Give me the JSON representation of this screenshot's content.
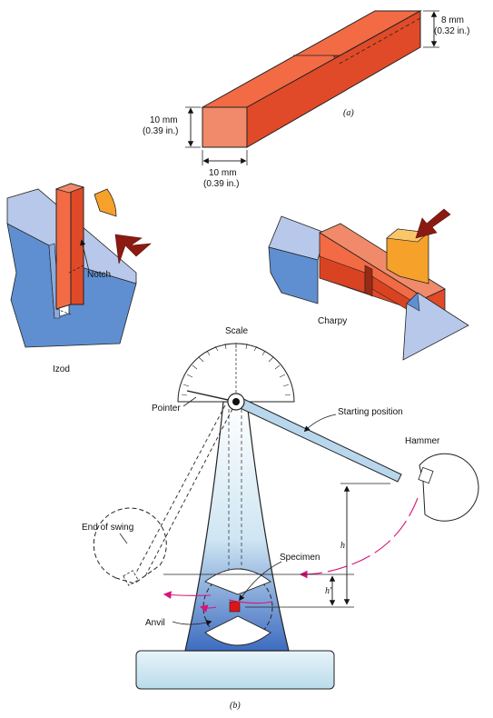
{
  "part_a": {
    "caption": "(a)",
    "dim_depth": {
      "mm": "8 mm",
      "in": "(0.32 in.)"
    },
    "dim_height": {
      "mm": "10 mm",
      "in": "(0.39 in.)"
    },
    "dim_width": {
      "mm": "10 mm",
      "in": "(0.39 in.)"
    }
  },
  "izod": {
    "title": "Izod",
    "notch_label": "Notch"
  },
  "charpy": {
    "title": "Charpy"
  },
  "part_b": {
    "caption": "(b)",
    "scale_label": "Scale",
    "pointer_label": "Pointer",
    "starting_position_label": "Starting position",
    "hammer_label": "Hammer",
    "end_of_swing_label": "End of swing",
    "specimen_label": "Specimen",
    "anvil_label": "Anvil",
    "h_label": "h",
    "h_prime_label": "h'"
  },
  "colors": {
    "specimen_front": "#f08a6a",
    "specimen_top": "#f26b45",
    "specimen_side": "#e04a28",
    "impact_arrow": "#8b1a12",
    "striker": "#f5a12a",
    "block_light": "#b8c8ea",
    "block_dark": "#5f8fd0",
    "frame_light": "#dff0f8",
    "frame_dark": "#4a78c8",
    "path_arrow": "#d8147a"
  }
}
